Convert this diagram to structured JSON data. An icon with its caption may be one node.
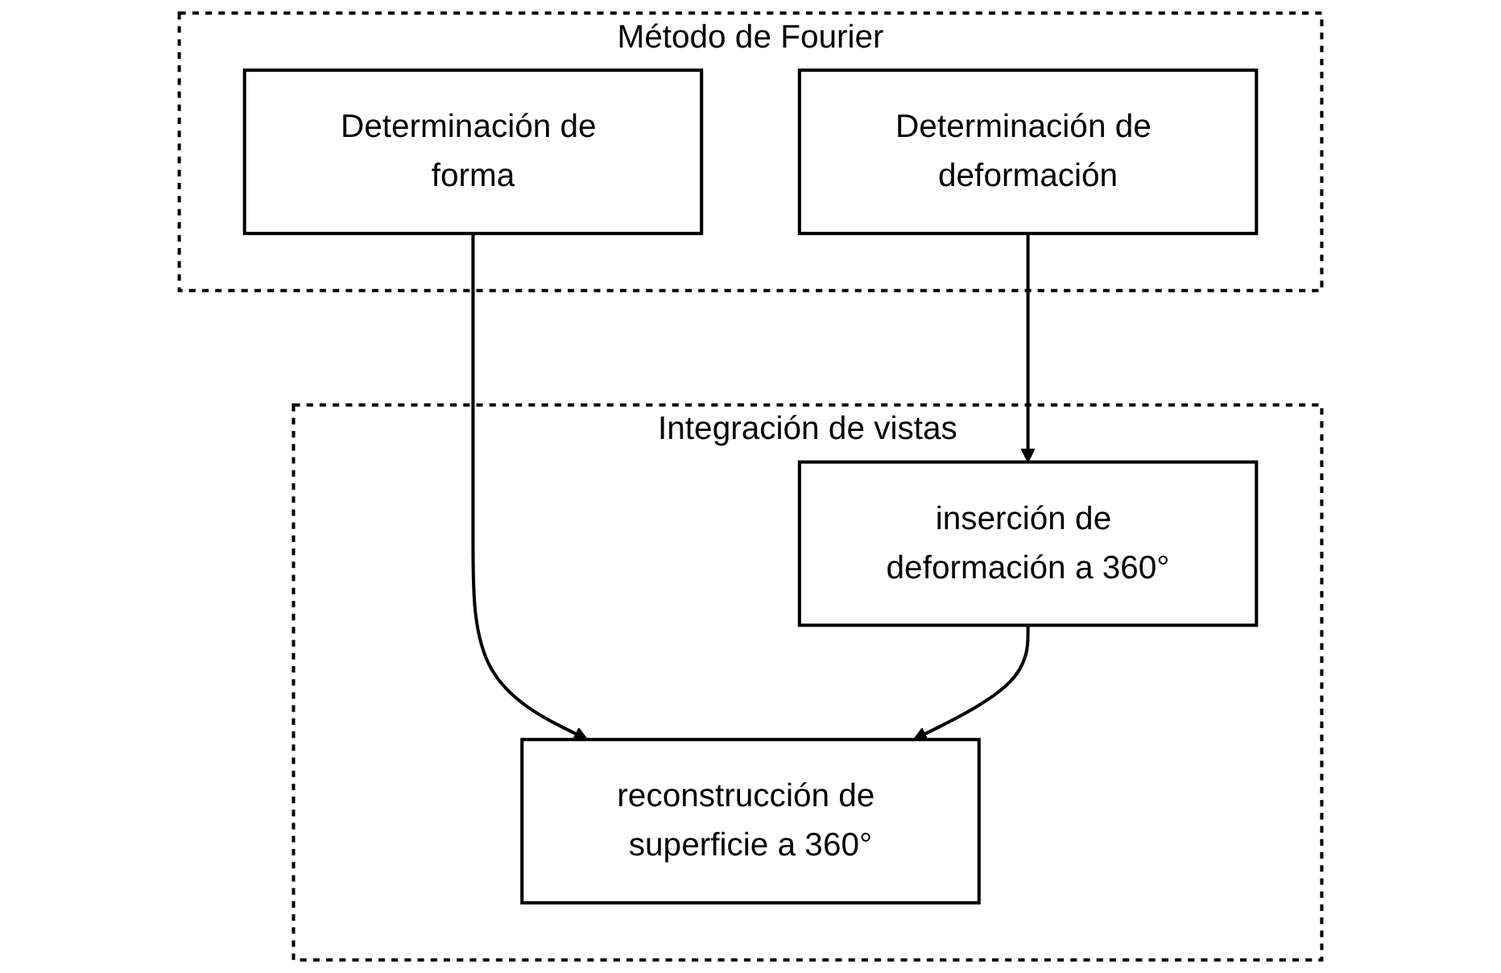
{
  "diagram": {
    "nodes": [
      {
        "text": [
          "Método de Fourier"
        ]
      },
      {
        "text": [
          "Determinación de forma"
        ],
        "in": 0
      },
      {
        "text": [
          "Determinación de deformación"
        ],
        "in": 0
      },
      {
        "text": [
          "Integración de vistas"
        ]
      },
      {
        "text": [
          "reconstrucción de superficie a 360°"
        ],
        "in": 3
      },
      {
        "text": [
          "inserción de deformación a 360°"
        ],
        "in": 3
      }
    ],
    "edges": [
      {
        "from": 1,
        "to": 4,
        "arrow": "to"
      },
      {
        "from": 2,
        "to": 5,
        "arrow": "to"
      },
      {
        "from": 5,
        "to": 4,
        "arrow": "to"
      }
    ]
  }
}
